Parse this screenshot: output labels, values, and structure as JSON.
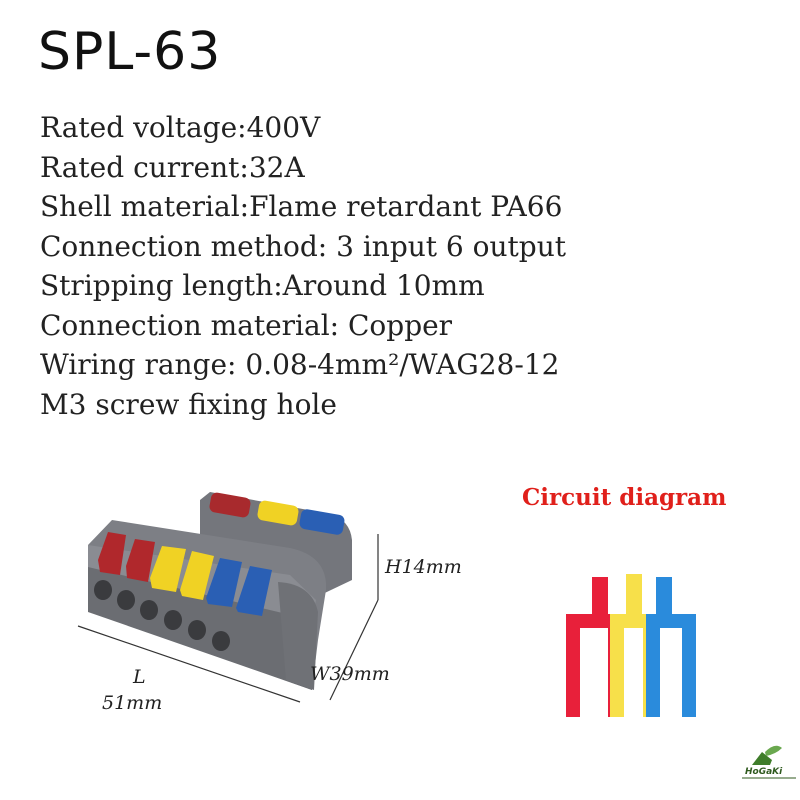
{
  "product": {
    "model": "SPL-63"
  },
  "specs": [
    "Rated voltage:400V",
    "Rated current:32A",
    "Shell material:Flame retardant PA66",
    "Connection method: 3 input 6 output",
    "Stripping length:Around 10mm",
    "Connection material: Copper",
    "Wiring range: 0.08-4mm²/WAG28-12",
    "M3 screw fixing hole"
  ],
  "dimensions": {
    "height": "H14mm",
    "width": "W39mm",
    "length_label": "L",
    "length_value": "51mm"
  },
  "circuit": {
    "title": "Circuit diagram",
    "colors": {
      "red": "#e8203a",
      "yellow": "#f7e04a",
      "blue": "#2a8bdc",
      "title": "#e0201b"
    }
  },
  "connector_colors": {
    "body": "#7d7f85",
    "red": "#b0282c",
    "yellow": "#f0d224",
    "blue": "#2a5fb4"
  },
  "brand": {
    "name": "HoGaKi"
  }
}
